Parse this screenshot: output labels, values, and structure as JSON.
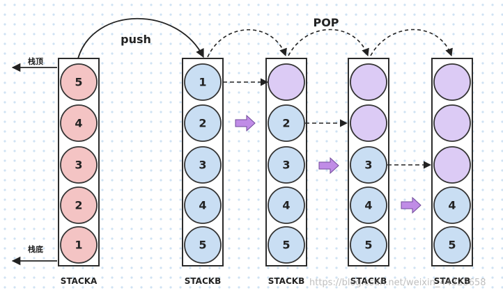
{
  "labels": {
    "push": "push",
    "pop": "POP",
    "stack_top": "栈顶",
    "stack_bottom": "栈底",
    "watermark": "https://blog.csdn.net/weixin_44323658"
  },
  "colors": {
    "pink": "#f4c4c4",
    "blue": "#c9def3",
    "purple": "#dccbf5",
    "arrow_purple": "#c08ce6",
    "background_dots": "#cfe2f3"
  },
  "stacks": [
    {
      "name": "STACKA",
      "cells": [
        {
          "value": "5",
          "color": "pink"
        },
        {
          "value": "4",
          "color": "pink"
        },
        {
          "value": "3",
          "color": "pink"
        },
        {
          "value": "2",
          "color": "pink"
        },
        {
          "value": "1",
          "color": "pink"
        }
      ]
    },
    {
      "name": "STACKB",
      "cells": [
        {
          "value": "1",
          "color": "blue"
        },
        {
          "value": "2",
          "color": "blue"
        },
        {
          "value": "3",
          "color": "blue"
        },
        {
          "value": "4",
          "color": "blue"
        },
        {
          "value": "5",
          "color": "blue"
        }
      ]
    },
    {
      "name": "STACKB",
      "cells": [
        {
          "value": "",
          "color": "purple"
        },
        {
          "value": "2",
          "color": "blue"
        },
        {
          "value": "3",
          "color": "blue"
        },
        {
          "value": "4",
          "color": "blue"
        },
        {
          "value": "5",
          "color": "blue"
        }
      ]
    },
    {
      "name": "STACKB",
      "cells": [
        {
          "value": "",
          "color": "purple"
        },
        {
          "value": "",
          "color": "purple"
        },
        {
          "value": "3",
          "color": "blue"
        },
        {
          "value": "4",
          "color": "blue"
        },
        {
          "value": "5",
          "color": "blue"
        }
      ]
    },
    {
      "name": "STACKB",
      "cells": [
        {
          "value": "",
          "color": "purple"
        },
        {
          "value": "",
          "color": "purple"
        },
        {
          "value": "",
          "color": "purple"
        },
        {
          "value": "4",
          "color": "blue"
        },
        {
          "value": "5",
          "color": "blue"
        }
      ]
    }
  ]
}
